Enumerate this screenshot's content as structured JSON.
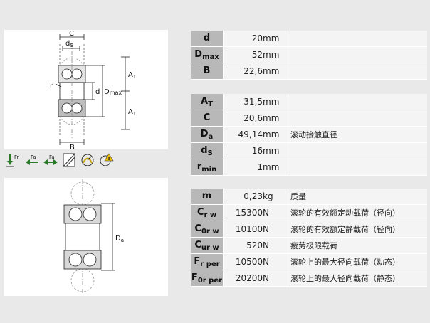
{
  "drawing_top": {
    "labels": {
      "C": "C",
      "ds": "d",
      "ds_sub": "S",
      "r": "r",
      "d": "d",
      "Dmax": "D",
      "Dmax_sub": "max",
      "AT_upper": "A",
      "AT_upper_sub": "T",
      "AT_lower": "A",
      "AT_lower_sub": "T",
      "B": "B"
    }
  },
  "drawing_bottom": {
    "labels": {
      "Da": "D",
      "Da_sub": "a"
    }
  },
  "icons": [
    {
      "name": "radial-load-icon",
      "label": "Fr"
    },
    {
      "name": "axial-load-left-icon",
      "label": "Fa"
    },
    {
      "name": "axial-load-both-icon",
      "label": "Fa"
    },
    {
      "name": "seal-icon",
      "label": ""
    },
    {
      "name": "speed-icon",
      "label": ""
    },
    {
      "name": "temperature-warning-icon",
      "label": ""
    }
  ],
  "table_1": [
    {
      "sym": "d",
      "sub": "",
      "value": "20",
      "unit": "mm",
      "desc": ""
    },
    {
      "sym": "D",
      "sub": "max",
      "value": "52",
      "unit": "mm",
      "desc": ""
    },
    {
      "sym": "B",
      "sub": "",
      "value": "22,6",
      "unit": "mm",
      "desc": ""
    }
  ],
  "table_2": [
    {
      "sym": "A",
      "sub": "T",
      "value": "31,5",
      "unit": "mm",
      "desc": ""
    },
    {
      "sym": "C",
      "sub": "",
      "value": "20,6",
      "unit": "mm",
      "desc": ""
    },
    {
      "sym": "D",
      "sub": "a",
      "value": "49,14",
      "unit": "mm",
      "desc": "滚动接触直径"
    },
    {
      "sym": "d",
      "sub": "S",
      "value": "16",
      "unit": "mm",
      "desc": ""
    },
    {
      "sym": "r",
      "sub": "min",
      "value": "1",
      "unit": "mm",
      "desc": ""
    }
  ],
  "table_3": [
    {
      "sym": "m",
      "sub": "",
      "value": "0,23",
      "unit": "kg",
      "desc": "质量"
    },
    {
      "sym": "C",
      "sub": "r w",
      "value": "15300",
      "unit": "N",
      "desc": "滚轮的有效额定动载荷（径向）"
    },
    {
      "sym": "C",
      "sub": "0r w",
      "value": "10100",
      "unit": "N",
      "desc": "滚轮的有效额定静载荷（径向）"
    },
    {
      "sym": "C",
      "sub": "ur w",
      "value": "520",
      "unit": "N",
      "desc": "疲劳极限载荷"
    },
    {
      "sym": "F",
      "sub": "r per",
      "value": "10500",
      "unit": "N",
      "desc": "滚轮上的最大径向载荷（动态）"
    },
    {
      "sym": "F",
      "sub": "0r per",
      "value": "20200",
      "unit": "N",
      "desc": "滚轮上的最大径向载荷（静态）"
    }
  ]
}
